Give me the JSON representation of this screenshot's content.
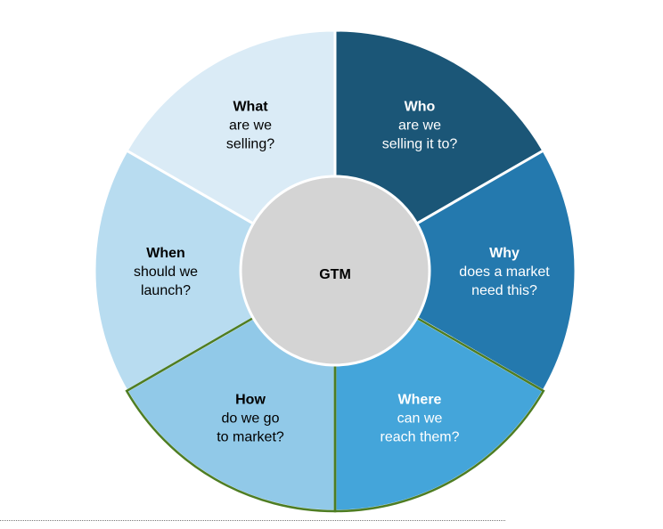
{
  "center": {
    "label": "GTM",
    "fill": "#d4d4d4",
    "stroke": "#ffffff"
  },
  "highlight_stroke": "#4e7d23",
  "segments": [
    {
      "id": "who",
      "title": "Who",
      "lines": [
        "are we",
        "selling it to?"
      ],
      "fill": "#1b5677",
      "text_color": "#ffffff",
      "highlight": false
    },
    {
      "id": "why",
      "title": "Why",
      "lines": [
        "does a market",
        "need this?"
      ],
      "fill": "#2479ae",
      "text_color": "#ffffff",
      "highlight": false
    },
    {
      "id": "where",
      "title": "Where",
      "lines": [
        "can we",
        "reach them?"
      ],
      "fill": "#44a5da",
      "text_color": "#ffffff",
      "highlight": true
    },
    {
      "id": "how",
      "title": "How",
      "lines": [
        "do we go",
        "to market?"
      ],
      "fill": "#91c9e8",
      "text_color": "#000000",
      "highlight": true
    },
    {
      "id": "when",
      "title": "When",
      "lines": [
        "should we",
        "launch?"
      ],
      "fill": "#b8dcf0",
      "text_color": "#000000",
      "highlight": false
    },
    {
      "id": "what",
      "title": "What",
      "lines": [
        "are we",
        "selling?"
      ],
      "fill": "#daebf6",
      "text_color": "#000000",
      "highlight": false
    }
  ]
}
